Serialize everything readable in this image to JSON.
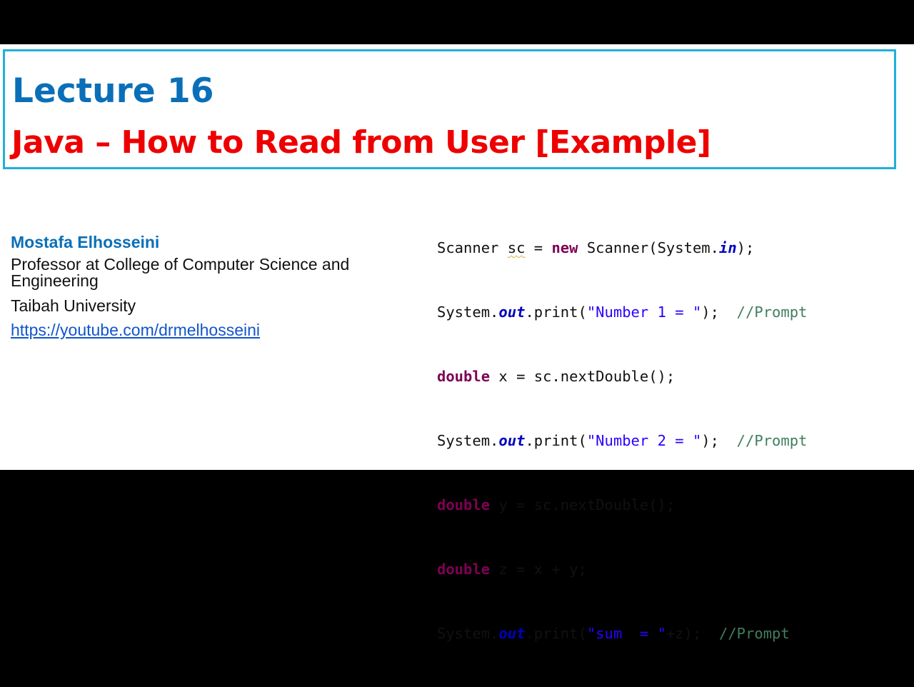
{
  "title": {
    "line1": "Lecture 16",
    "line2": "Java – How to Read from User [Example]"
  },
  "author": {
    "name": "Mostafa Elhosseini",
    "role": "Professor at College of Computer Science and Engineering",
    "university": "Taibah University",
    "link": "https://youtube.com/drmelhosseini"
  },
  "code": {
    "line1": {
      "a": "Scanner ",
      "b": "sc",
      "c": " = ",
      "d": "new",
      "e": " Scanner(System.",
      "f": "in",
      "g": ");"
    },
    "line2": {
      "a": "System.",
      "b": "out",
      "c": ".print(",
      "d": "\"Number 1 = \"",
      "e": ");  ",
      "f": "//Prompt"
    },
    "line3": {
      "a": "double",
      "b": " x = sc.nextDouble();"
    },
    "line4": {
      "a": "System.",
      "b": "out",
      "c": ".print(",
      "d": "\"Number 2 = \"",
      "e": ");  ",
      "f": "//Prompt"
    },
    "line5": {
      "a": "double",
      "b": " y = sc.nextDouble();"
    },
    "line6": {
      "a": "double",
      "b": " z = x + y;"
    },
    "line7": {
      "a": "System.",
      "b": "out",
      "c": ".print(",
      "d": "\"sum  = \"",
      "e": "+z);  ",
      "f": "//Prompt"
    }
  }
}
